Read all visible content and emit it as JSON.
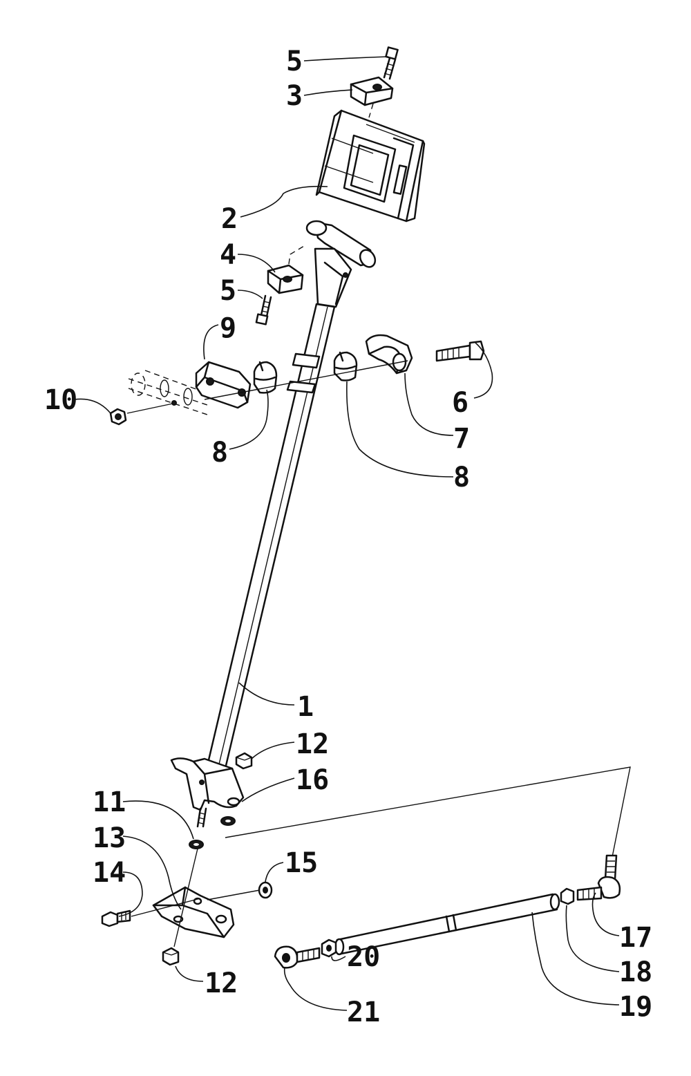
{
  "diagram": {
    "callouts": {
      "c1": "1",
      "c2": "2",
      "c3": "3",
      "c4": "4",
      "c5a": "5",
      "c5b": "5",
      "c6": "6",
      "c7": "7",
      "c8a": "8",
      "c8b": "8",
      "c9": "9",
      "c10": "10",
      "c11": "11",
      "c12a": "12",
      "c12b": "12",
      "c13": "13",
      "c14": "14",
      "c15": "15",
      "c16": "16",
      "c17": "17",
      "c18": "18",
      "c19": "19",
      "c20": "20",
      "c21": "21"
    }
  }
}
